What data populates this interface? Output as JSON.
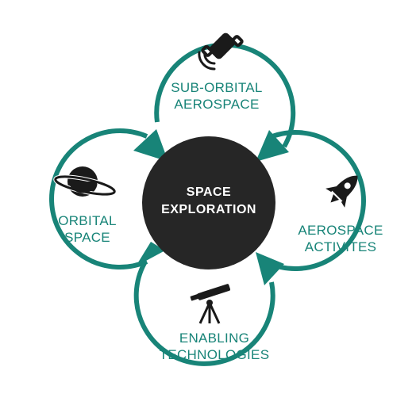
{
  "center": {
    "line1": "SPACE",
    "line2": "EXPLORATION"
  },
  "nodes": {
    "top": {
      "line1": "SUB-ORBITAL",
      "line2": "AEROSPACE",
      "icon": "satellite-icon"
    },
    "left": {
      "line1": "ORBITAL",
      "line2": "SPACE",
      "icon": "planet-icon"
    },
    "right": {
      "line1": "AEROSPACE",
      "line2": "ACTIVITES",
      "icon": "rocket-icon"
    },
    "bottom": {
      "line1": "ENABLING",
      "line2": "TECHNOLOGIES",
      "icon": "telescope-icon"
    }
  },
  "colors": {
    "accent": "#188478",
    "center_fill": "#262626",
    "icon": "#1a1a1a"
  }
}
